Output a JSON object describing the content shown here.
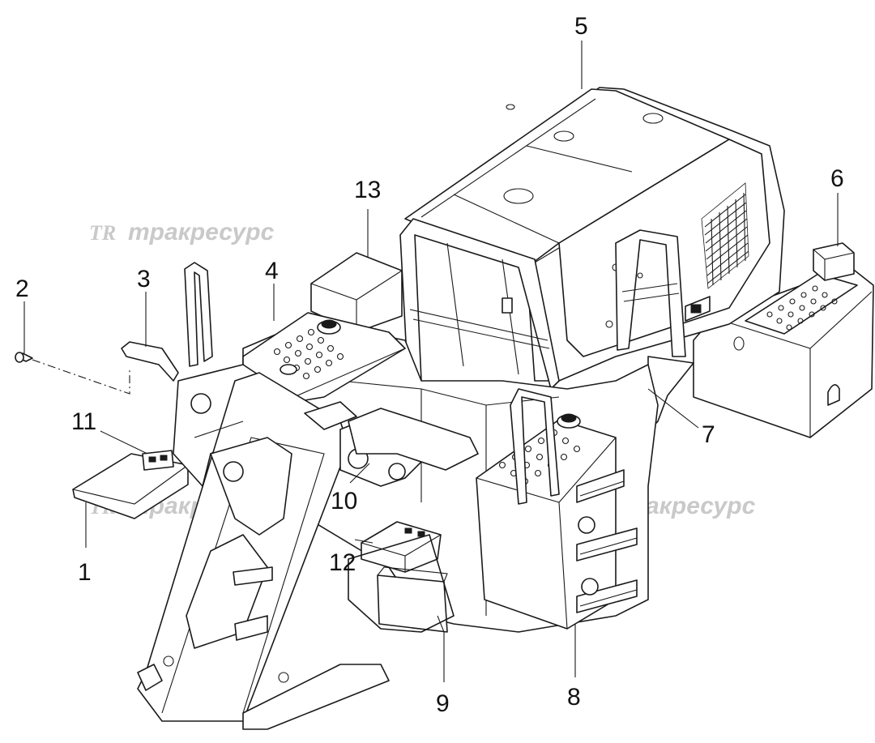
{
  "callouts": [
    {
      "id": "1",
      "label": "1"
    },
    {
      "id": "2",
      "label": "2"
    },
    {
      "id": "3",
      "label": "3"
    },
    {
      "id": "4",
      "label": "4"
    },
    {
      "id": "5",
      "label": "5"
    },
    {
      "id": "6",
      "label": "6"
    },
    {
      "id": "7",
      "label": "7"
    },
    {
      "id": "8",
      "label": "8"
    },
    {
      "id": "9",
      "label": "9"
    },
    {
      "id": "10",
      "label": "10"
    },
    {
      "id": "11",
      "label": "11"
    },
    {
      "id": "12",
      "label": "12"
    },
    {
      "id": "13",
      "label": "13"
    }
  ],
  "watermark": {
    "logo": "TR",
    "text": "тракресурс"
  },
  "colors": {
    "line": "#1a1a1a",
    "background": "#ffffff",
    "watermark": "#c9c9c9"
  }
}
